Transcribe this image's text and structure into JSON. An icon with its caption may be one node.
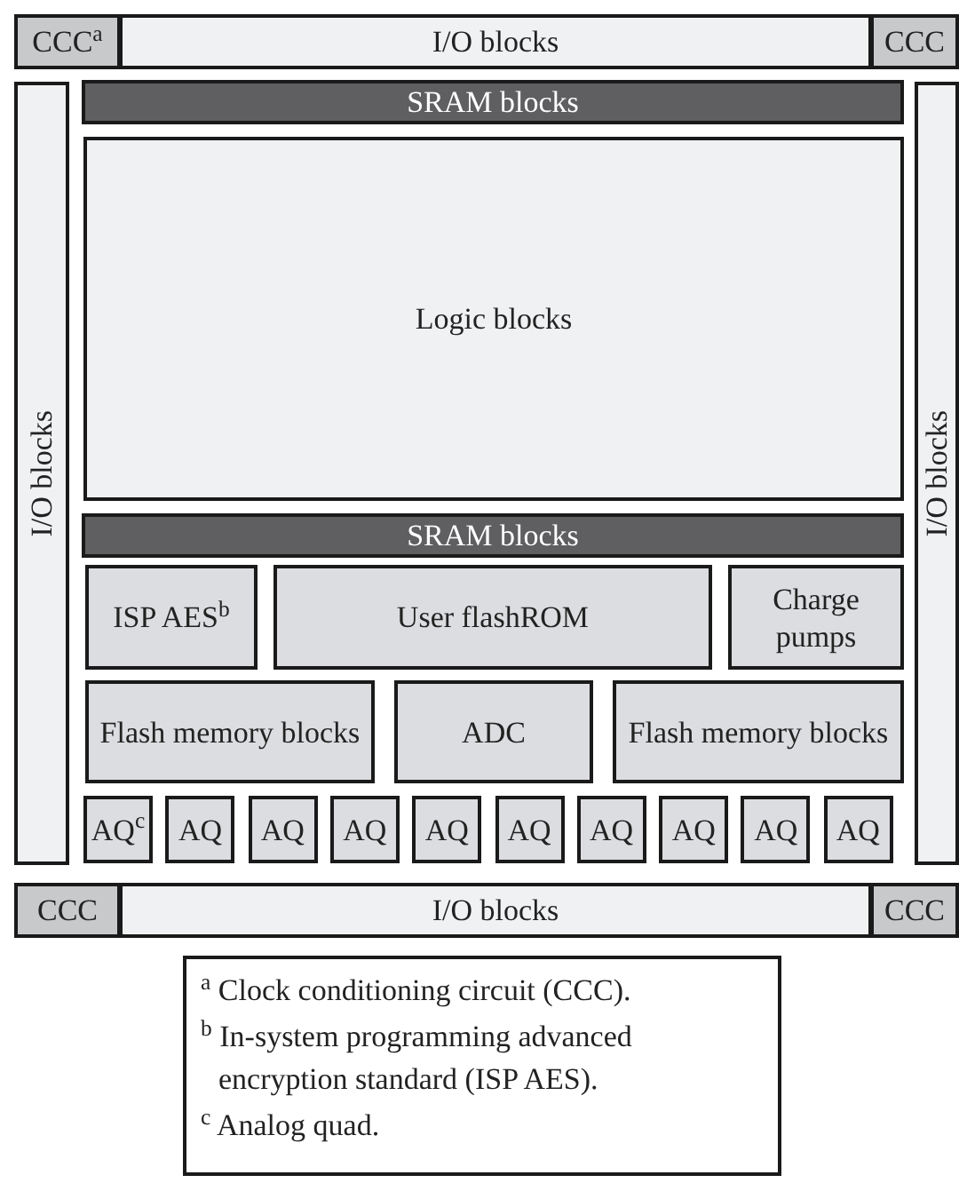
{
  "diagram": {
    "nodes": [
      {
        "text": [
          "CCC$^{a}$"
        ]
      },
      {
        "text": [
          "I/O blocks"
        ]
      },
      {
        "text": [
          "CCC"
        ]
      },
      {
        "text": [
          "I/O blocks"
        ]
      },
      {
        "text": [
          "I/O blocks"
        ]
      },
      {
        "text": [
          "SRAM blocks"
        ]
      },
      {
        "text": [
          "Logic blocks"
        ]
      },
      {
        "text": [
          "SRAM blocks"
        ]
      },
      {
        "text": [
          "ISP AES$^{b}$"
        ]
      },
      {
        "text": [
          "User flashROM"
        ]
      },
      {
        "text": [
          "Charge pumps"
        ]
      },
      {
        "text": [
          "Flash memory blocks"
        ]
      },
      {
        "text": [
          "ADC"
        ]
      },
      {
        "text": [
          "Flash memory blocks"
        ]
      },
      {
        "text": [
          "AQ$^{c}$"
        ]
      },
      {
        "text": [
          "AQ"
        ]
      },
      {
        "text": [
          "AQ"
        ]
      },
      {
        "text": [
          "AQ"
        ]
      },
      {
        "text": [
          "AQ"
        ]
      },
      {
        "text": [
          "AQ"
        ]
      },
      {
        "text": [
          "AQ"
        ]
      },
      {
        "text": [
          "AQ"
        ]
      },
      {
        "text": [
          "AQ"
        ]
      },
      {
        "text": [
          "AQ"
        ]
      },
      {
        "text": [
          "CCC"
        ]
      },
      {
        "text": [
          "I/O blocks"
        ]
      },
      {
        "text": [
          "CCC"
        ]
      },
      {
        "text": [
          "$^{a}$ Clock conditioning circuit (CCC).",
          "$^{b}$ In-system programming advanced encryption standard (ISP AES).",
          "$^{c}$ Analog quad."
        ]
      }
    ]
  }
}
